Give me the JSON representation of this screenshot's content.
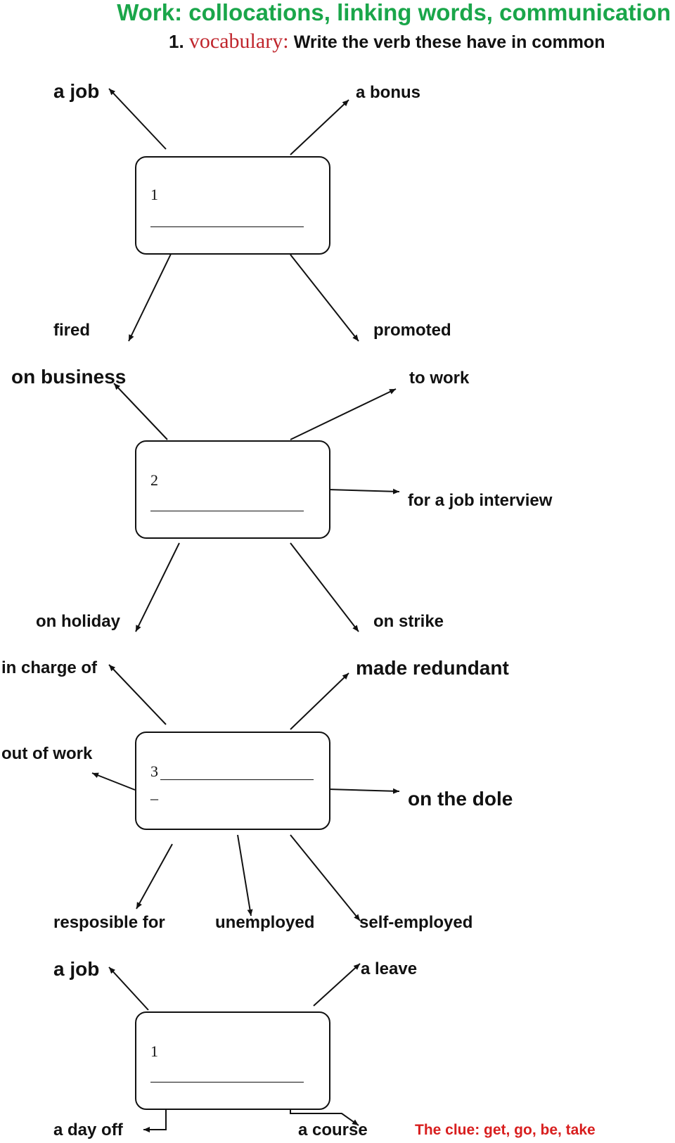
{
  "title": "Work: collocations, linking words, communication",
  "instruction": {
    "number": "1.",
    "label": "vocabulary:",
    "text": "Write the verb these have in common"
  },
  "boxes": [
    {
      "number": "1",
      "trailing": ""
    },
    {
      "number": "2",
      "trailing": ""
    },
    {
      "number": "3",
      "trailing": "–"
    },
    {
      "number": "1",
      "trailing": ""
    }
  ],
  "group1": {
    "top_left": "a job",
    "top_right": "a bonus",
    "bottom_left": "fired",
    "bottom_right": "promoted"
  },
  "group2": {
    "top_left": "on business",
    "top_right": "to work",
    "right": "for a job interview",
    "bottom_left": "on holiday",
    "bottom_right": "on strike"
  },
  "group3": {
    "top_left": "in charge of",
    "top_right": "made redundant",
    "left": "out of work",
    "right": "on the dole",
    "bottom_left": "resposible for",
    "bottom_middle": "unemployed",
    "bottom_right": "self-employed"
  },
  "group4": {
    "top_left": "a job",
    "top_right": "a leave",
    "bottom_left": "a day off",
    "bottom_right": "a course"
  },
  "clue": "The clue: get, go, be, take"
}
